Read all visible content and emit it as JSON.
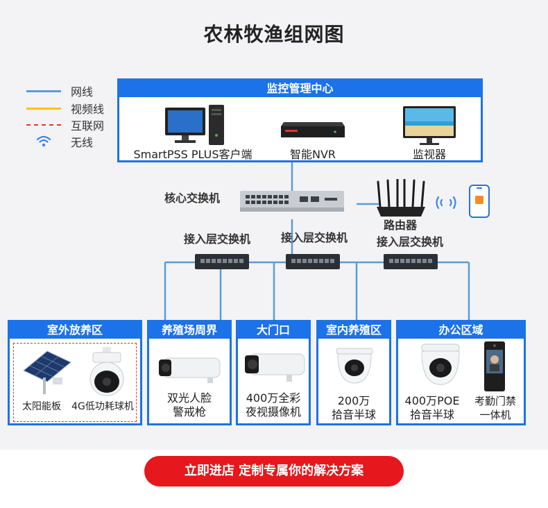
{
  "title": "农林牧渔组网图",
  "legend": {
    "items": [
      {
        "label": "网线"
      },
      {
        "label": "视频线"
      },
      {
        "label": "互联网"
      },
      {
        "label": "无线"
      }
    ]
  },
  "center": {
    "title": "监控管理中心",
    "client_label": "SmartPSS PLUS客户端",
    "nvr_label": "智能NVR",
    "monitor_label": "监视器"
  },
  "network": {
    "core_switch_label": "核心交换机",
    "router_label": "路由器",
    "access_switch_labels": [
      "接入层交换机",
      "接入层交换机",
      "接入层交换机"
    ]
  },
  "areas": {
    "outdoor": {
      "title": "室外放养区",
      "solar_label": "太阳能板",
      "ptz_label": "4G低功耗球机"
    },
    "perimeter": {
      "title": "养殖场周界",
      "cam_label_1": "双光人脸",
      "cam_label_2": "警戒枪"
    },
    "gate": {
      "title": "大门口",
      "cam_label_1": "400万全彩",
      "cam_label_2": "夜视摄像机"
    },
    "indoor": {
      "title": "室内养殖区",
      "cam_label_1": "200万",
      "cam_label_2": "拾音半球"
    },
    "office": {
      "title": "办公区域",
      "dome_label_1": "400万POE",
      "dome_label_2": "拾音半球",
      "access_label_1": "考勤门禁",
      "access_label_2": "一体机"
    }
  },
  "cta": {
    "label": "立即进店 定制专属你的解决方案"
  },
  "colors": {
    "accent_blue": "#1c72e8",
    "network_line": "#5b9bd5",
    "video_line": "#ffc000",
    "internet_line": "#e8312a",
    "cta_red": "#e6171d"
  }
}
